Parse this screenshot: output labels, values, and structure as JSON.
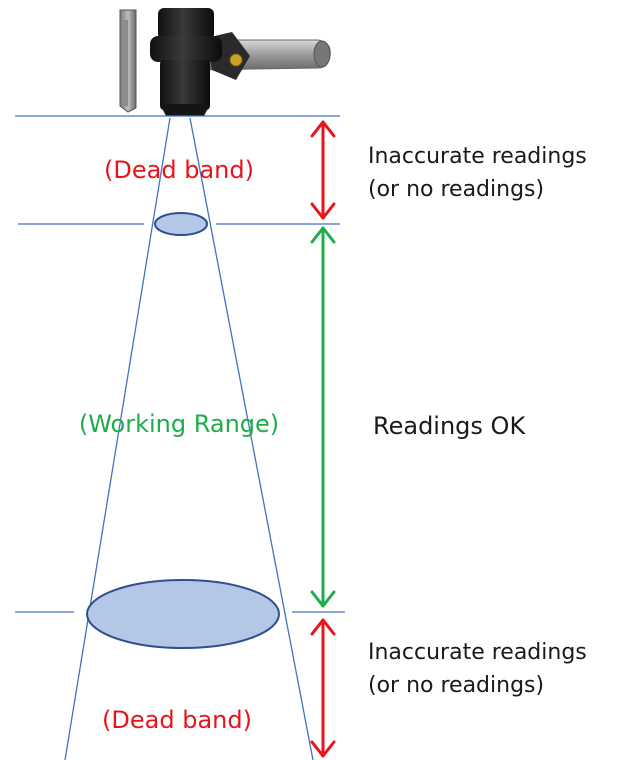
{
  "zones": {
    "dead_band_top": {
      "label": "(Dead band)"
    },
    "working_range": {
      "label": "(Working Range)"
    },
    "dead_band_bottom": {
      "label": "(Dead band)"
    }
  },
  "notes": {
    "top": {
      "line1": "Inaccurate readings",
      "line2": "(or no readings)"
    },
    "middle": {
      "line1": "Readings OK"
    },
    "bottom": {
      "line1": "Inaccurate readings",
      "line2": "(or no readings)"
    }
  },
  "colors": {
    "dead_band": "#e8141b",
    "working": "#1fad4a",
    "lines": "#4472c4",
    "beam_fill": "#b4c7e7",
    "beam_stroke": "#2f4f8f",
    "text": "#1a1a1a"
  }
}
